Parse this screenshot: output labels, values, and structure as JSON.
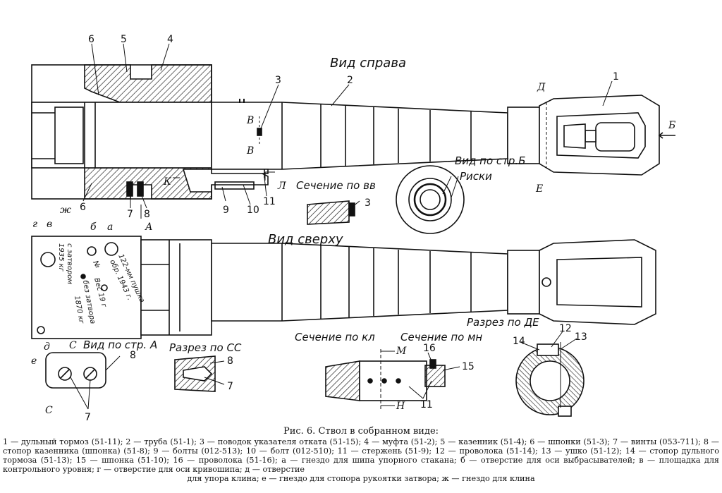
{
  "labels": {
    "view_right": "Вид справа",
    "view_top": "Вид сверху",
    "section_vv": "Сечение по вв",
    "section_kl": "Сечение по кл",
    "section_mn": "Сечение по мн",
    "cut_de": "Разрез по ДЕ",
    "cut_ss": "Разрез по СС",
    "view_dir_a": "Вид по стр. А",
    "view_dir_b": "Вид по стр.Б",
    "riski": "Риски"
  },
  "part_numbers": [
    "1",
    "2",
    "3",
    "4",
    "5",
    "6",
    "6",
    "7",
    "7",
    "8",
    "8",
    "9",
    "10",
    "11",
    "11",
    "3",
    "12",
    "13",
    "14",
    "15",
    "16"
  ],
  "letters": {
    "v1": "В",
    "v2": "В",
    "k": "К",
    "l": "Л",
    "a_arrow": "А",
    "zh": "ж",
    "g": "г",
    "v_small": "в",
    "b_small": "б",
    "a_small": "а",
    "e_small": "е",
    "d_small": "д",
    "c1": "С",
    "c2": "С",
    "d_cap": "Д",
    "e_cap": "Е",
    "b_cap": "Б",
    "m": "М",
    "n": "Н"
  },
  "stamp": {
    "line1": "с затвором",
    "line2": "1935 кг",
    "line3": "№",
    "line4": "без затвора",
    "line5": "1870 кг",
    "line5b": "Вес 19 г",
    "line6": "122-мм пушка",
    "line7": "обр. 1943 г."
  },
  "caption": {
    "title": "Рис. 6. Ствол в собранном виде:",
    "line1": "1 — дульный тормоз (51-11); 2 — труба (51-1); 3 — поводок указателя отката (51-15); 4 — муфта (51-2); 5 — казенник (51-4); 6 — шпонки (51-3); 7 — винты (053-711); 8 — стопор казенника (шпонка) (51-8); 9 — болты (012-513); 10 — болт (012-510); 11 — стержень (51-9); 12 — проволока (51-14); 13 — ушко (51-12); 14 — стопор дульного тормоза (51-13); 15 — шпонка (51-10); 16 — проволока (51-16); а — гнездо для шипа упорного стакана; б — отверстие для оси выбрасывателей; в — площадка для контрольного уровня; г — отверстие для оси кривошипа; д — отверстие",
    "line3": "для упора клина; е — гнездо для стопора рукоятки затвора; ж — гнездо для клина"
  }
}
